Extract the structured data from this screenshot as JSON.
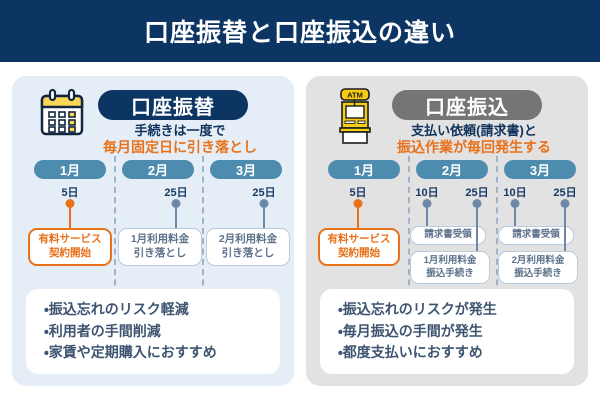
{
  "header": {
    "title": "口座振替と口座振込の違い"
  },
  "colors": {
    "header_bg": "#0d3563",
    "left_panel_bg": "#e5eef6",
    "right_panel_bg": "#e2e2e2",
    "accent_orange": "#e8711a",
    "month_pill": "#4d8baf",
    "badge_navy": "#0d3563",
    "badge_gray": "#757575",
    "icon_yellow": "#fcd757"
  },
  "panels": [
    {
      "id": "direct-debit",
      "icon": "calendar-icon",
      "badge": "口座振替",
      "lead_line1": "手続きは一度で",
      "lead_line2": "毎月固定日に引き落とし",
      "months": [
        "1月",
        "2月",
        "3月"
      ],
      "events": [
        {
          "day": "5日",
          "style": "orange",
          "lines": [
            "有料サービス",
            "契約開始"
          ]
        },
        {
          "day": "25日",
          "style": "blue",
          "lines": [
            "1月利用料金",
            "引き落とし"
          ]
        },
        {
          "day": "25日",
          "style": "blue",
          "lines": [
            "2月利用料金",
            "引き落とし"
          ]
        }
      ],
      "summary": [
        "・振込忘れのリスク軽減",
        "・利用者の手間削減",
        "・家賃や定期購入におすすめ"
      ]
    },
    {
      "id": "bank-transfer",
      "icon": "atm-icon",
      "icon_label": "ATM",
      "badge": "口座振込",
      "lead_line1": "支払い依頼(請求書)と",
      "lead_line2": "振込作業が毎回発生する",
      "months": [
        "1月",
        "2月",
        "3月"
      ],
      "events": [
        {
          "day": "5日",
          "style": "orange",
          "lines": [
            "有料サービス",
            "契約開始"
          ]
        },
        {
          "day": "10日",
          "style": "blue",
          "lines": [
            "請求書受領"
          ]
        },
        {
          "day": "25日",
          "style": "blue",
          "lines": [
            "1月利用料金",
            "振込手続き"
          ]
        },
        {
          "day": "10日",
          "style": "blue",
          "lines": [
            "請求書受領"
          ]
        },
        {
          "day": "25日",
          "style": "blue",
          "lines": [
            "2月利用料金",
            "振込手続き"
          ]
        }
      ],
      "summary": [
        "・振込忘れのリスクが発生",
        "・毎月振込の手間が発生",
        "・都度支払いにおすすめ"
      ]
    }
  ]
}
